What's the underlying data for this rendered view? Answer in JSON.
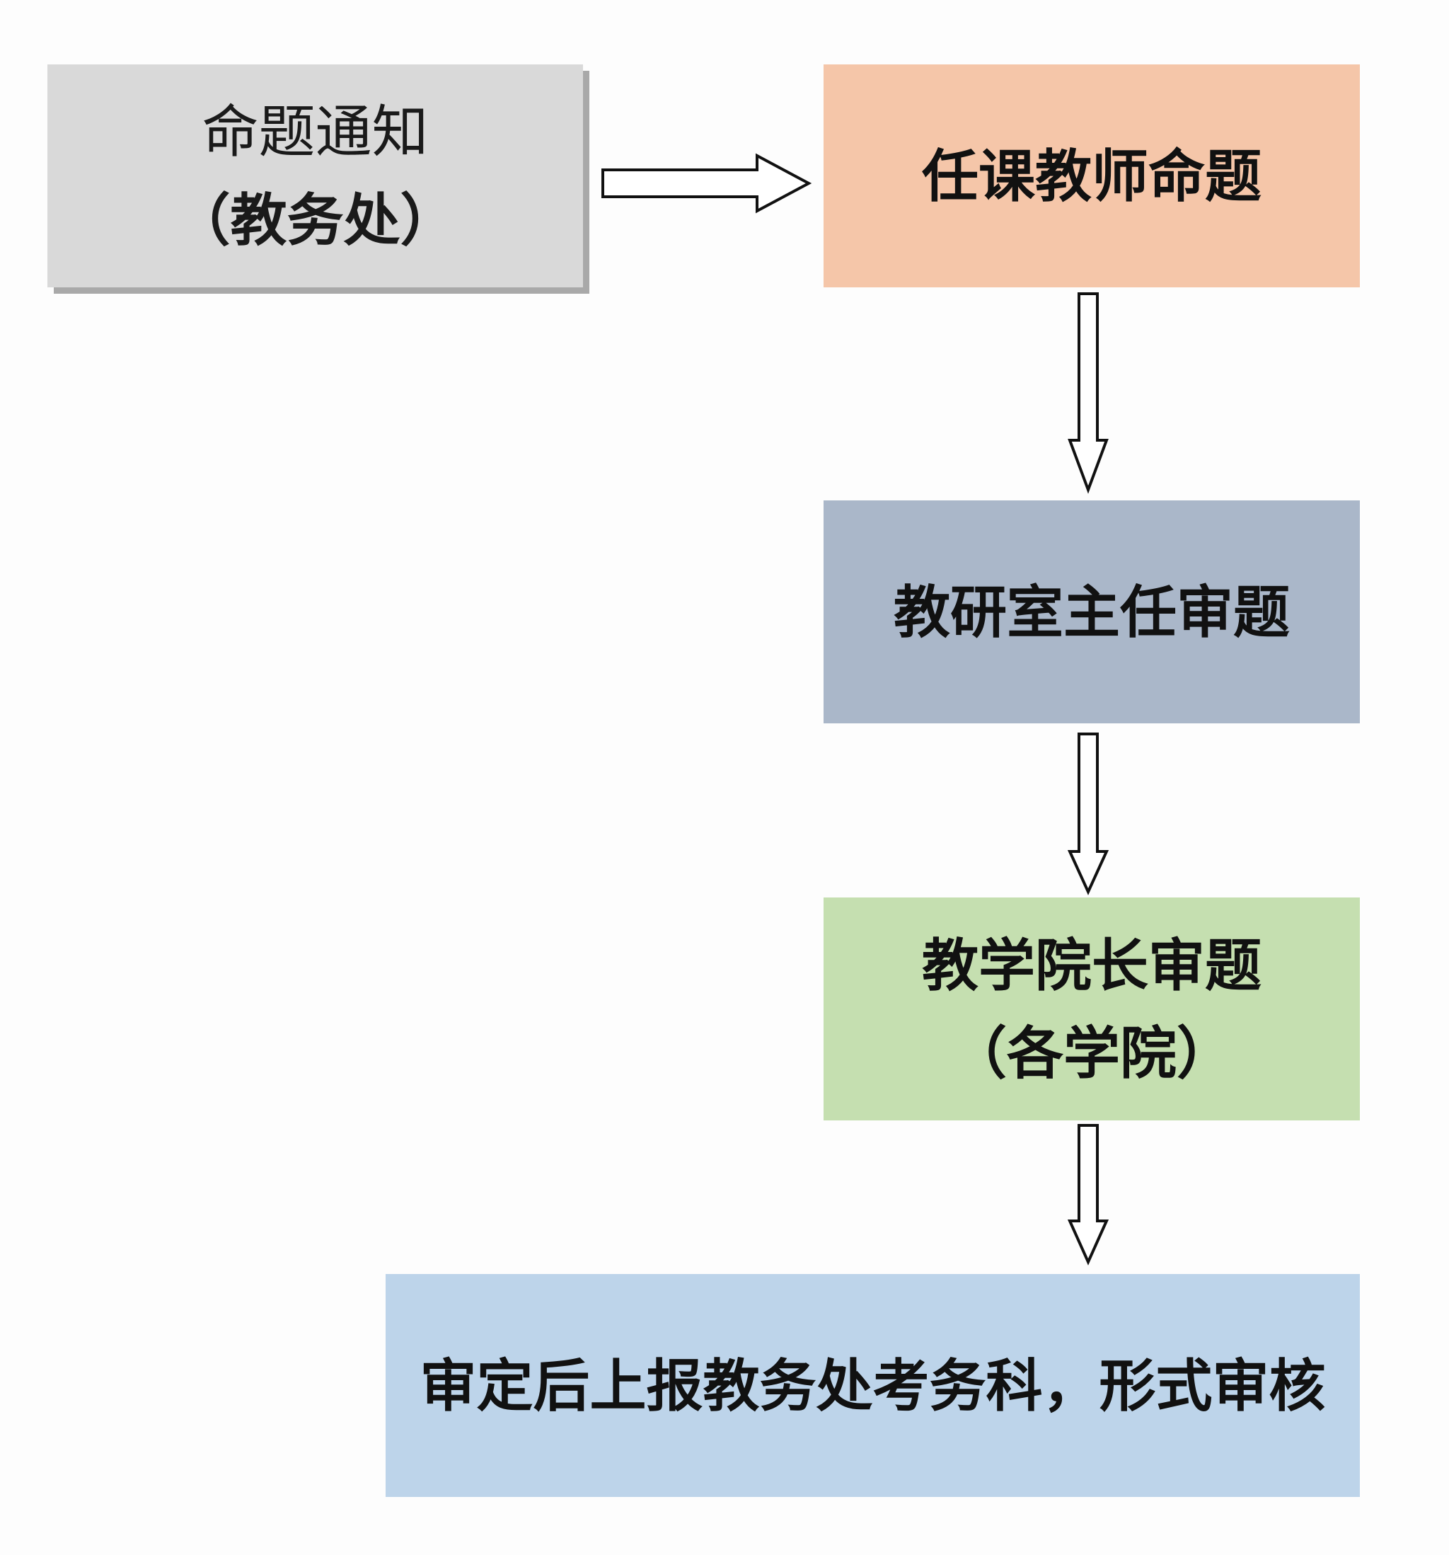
{
  "steps": [
    {
      "id": "notice",
      "lines": [
        "命题通知",
        "（教务处）"
      ],
      "color": "#d9d9d9"
    },
    {
      "id": "teacher",
      "lines": [
        "任课教师命题"
      ],
      "color": "#f5c6a9"
    },
    {
      "id": "office",
      "lines": [
        "教研室主任审题"
      ],
      "color": "#aab7c9"
    },
    {
      "id": "dean",
      "lines": [
        "教学院长审题",
        "（各学院）"
      ],
      "color": "#c5dfb0"
    },
    {
      "id": "final",
      "lines": [
        "审定后上报教务处考务科，形式审核"
      ],
      "color": "#bdd4ea"
    }
  ]
}
